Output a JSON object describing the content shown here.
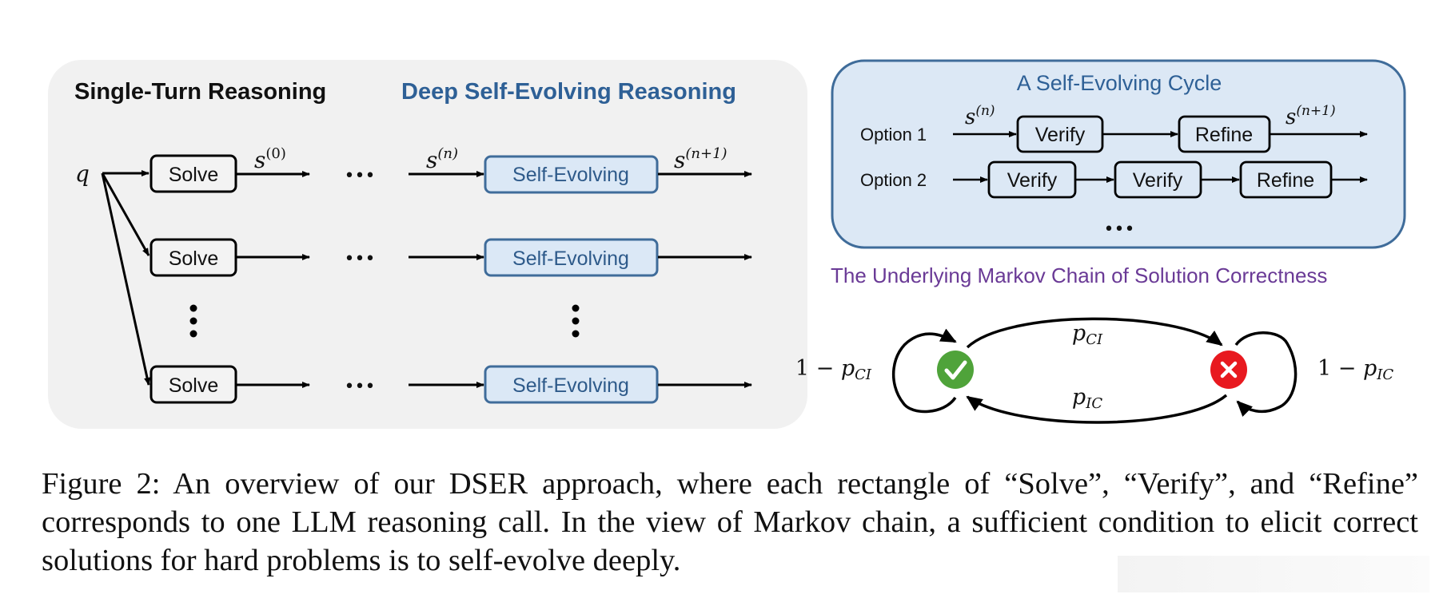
{
  "left_panel": {
    "title_single": "Single-Turn Reasoning",
    "title_deep": "Deep Self-Evolving Reasoning",
    "query_label": "q",
    "solve_label": "Solve",
    "self_evolving_label": "Self-Evolving",
    "s0_label": "s",
    "s0_sup": "(0)",
    "sn_label": "s",
    "sn_sup": "(n)",
    "sn1_label": "s",
    "sn1_sup": "(n+1)",
    "ellipsis": "•••",
    "rows": 3
  },
  "cycle_panel": {
    "title": "A Self-Evolving Cycle",
    "option1": {
      "label": "Option 1",
      "steps": [
        "Verify",
        "Refine"
      ],
      "in_label": "s",
      "in_sup": "(n)",
      "out_label": "s",
      "out_sup": "(n+1)"
    },
    "option2": {
      "label": "Option 2",
      "steps": [
        "Verify",
        "Verify",
        "Refine"
      ]
    },
    "ellipsis": "•••"
  },
  "markov": {
    "title": "The Underlying Markov Chain of Solution Correctness",
    "states": [
      {
        "name": "correct",
        "icon": "check-icon",
        "color": "#4fa33a"
      },
      {
        "name": "incorrect",
        "icon": "x-icon",
        "color": "#e8191f"
      }
    ],
    "edges": {
      "correct_to_incorrect": {
        "p": "p",
        "sub": "CI"
      },
      "incorrect_to_correct": {
        "p": "p",
        "sub": "IC"
      },
      "self_correct": {
        "prefix": "1 − ",
        "p": "p",
        "sub": "CI"
      },
      "self_incorrect": {
        "prefix": "1 − ",
        "p": "p",
        "sub": "IC"
      }
    }
  },
  "caption": "Figure 2:  An overview of our DSER approach, where each rectangle of “Solve”, “Verify”, and “Refine” corresponds to one LLM reasoning call. In the view of Markov chain, a sufficient condition to elicit correct solutions for hard problems is to self-evolve deeply.",
  "colors": {
    "panel_bg": "#f1f1f1",
    "blue_title": "#2e6096",
    "blue_box_fill": "#dbe8f6",
    "blue_box_stroke": "#3f6c9a",
    "cycle_bg": "#dce8f5",
    "markov_title": "#6a3a96"
  }
}
